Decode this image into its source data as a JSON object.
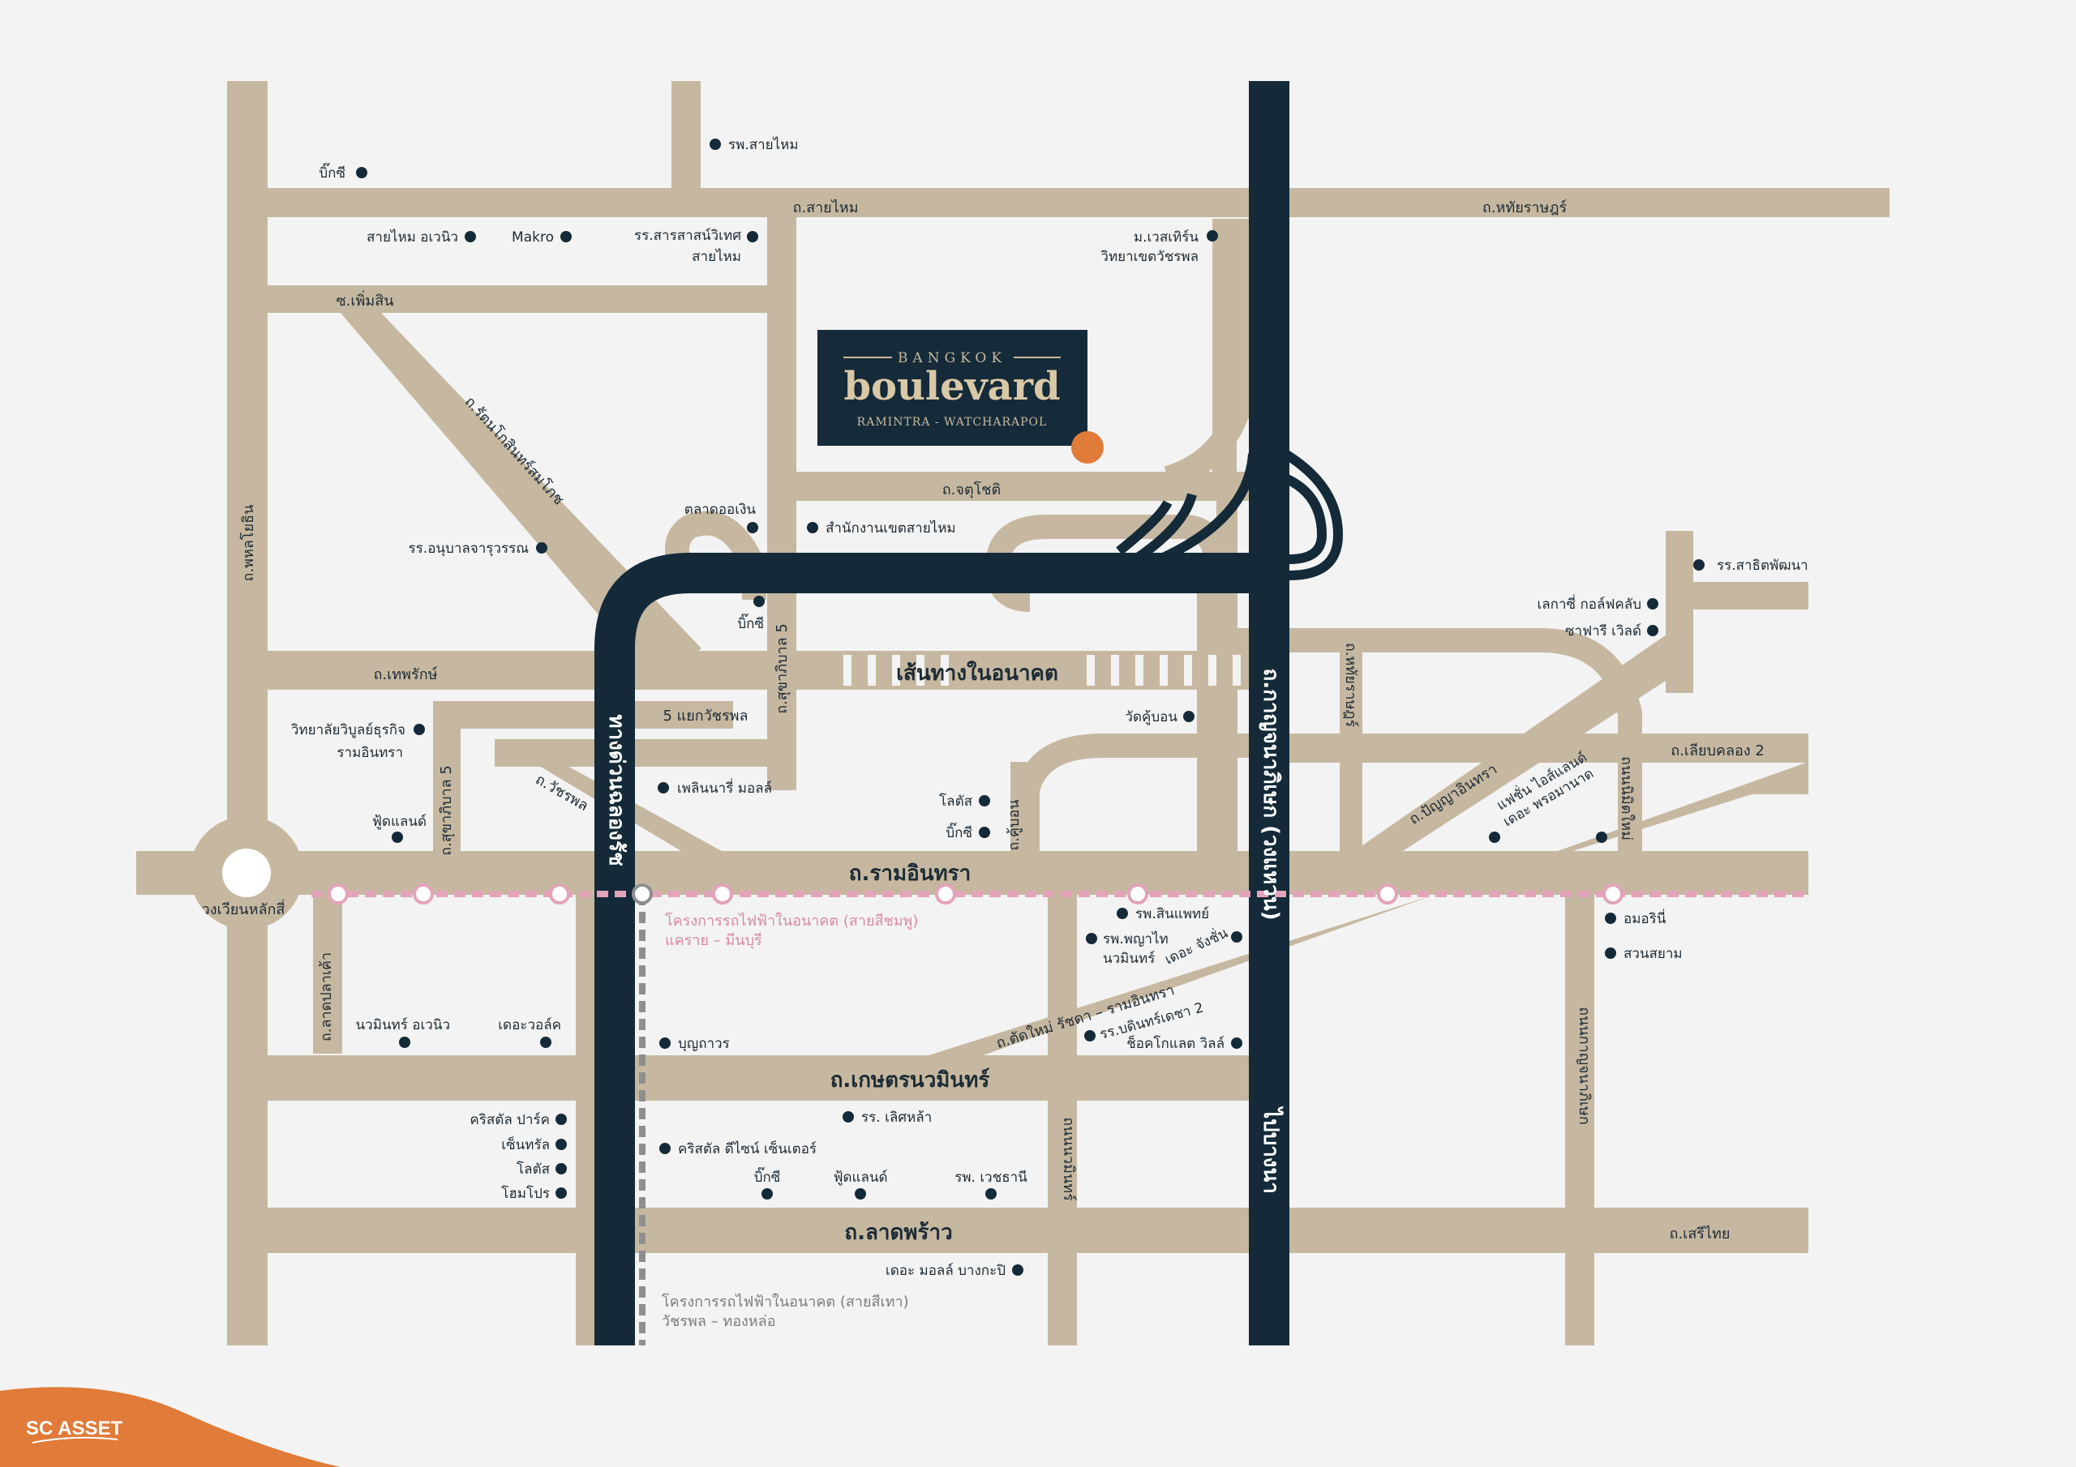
{
  "colors": {
    "background": "#f3f3f3",
    "road": "#c6b8a0",
    "expressway": "#142a38",
    "poi": "#142a38",
    "project": "#e07b39",
    "pink_line": "#e3a3b9",
    "grey_line": "#8e8e8e",
    "brand_wave": "#e07b39"
  },
  "logo": {
    "top": "BANGKOK",
    "main": "boulevard",
    "sub": "RAMINTRA - WATCHARAPOL"
  },
  "brand": {
    "name": "SC ASSET"
  },
  "roads": {
    "sai_mai": "ถ.สายไหม",
    "hathai_rat": "ถ.หทัยราษฎร์",
    "phoem_sin": "ซ.เพิ่มสิน",
    "phahon_yothin": "ถ.พหลโยธิน",
    "rattanakosin": "ถ.รัตนโกสินทร์สมโภช",
    "chatu_chot": "ถ.จตุโชติ",
    "thep_rak": "ถ.เทพรักษ์",
    "watcharapol": "ถ.วัชรพล",
    "sukhaphiban5_a": "ถ.สุขาภิบาล 5",
    "sukhaphiban5_b": "ถ.สุขาภิบาล 5",
    "ha_yaek": "5 แยกวัชรพล",
    "future_route": "เส้นทางในอนาคต",
    "ramintra": "ถ.รามอินทรา",
    "wongwian": "วงเวียนหลักสี่",
    "lat_pla_khao": "ถ.ลาดปลาเค้า",
    "kaset_nawamin": "ถ.เกษตรนวมินทร์",
    "lat_phrao": "ถ.ลาดพร้าว",
    "seri_thai": "ถ.เสรีไทย",
    "liap_khlong2": "ถ.เลียบคลอง 2",
    "panya_intra": "ถ.ปัญญาอินทรา",
    "khu_bon": "ถ.คู้บอน",
    "new_cut": "ถ.ตัดใหม่ รัชดา – รามอินทรา",
    "nawamin": "ถนนนวมินทร์",
    "kanchanaphisek": "ถนนกาญจนาภิเษก",
    "hathai_rat_v": "ถ.หทัยราษฎร์",
    "nimit_mai": "ถนนนิมิตใหม่",
    "ram_tollway": "ทางด่วนฉลองรัช",
    "outer_ring": "ถ.กาญจนาภิเษก (วงแหวน)",
    "to_bangna": "ไปบางนา"
  },
  "rail": {
    "pink_line": "โครงการรถไฟฟ้าในอนาคต (สายสีชมพู)",
    "pink_route": "แคราย – มีนบุรี",
    "grey_line": "โครงการรถไฟฟ้าในอนาคต (สายสีเทา)",
    "grey_route": "วัชรพล – ทองหล่อ"
  },
  "pois": {
    "big_c_1": "บิ๊กซี",
    "sai_mai_hosp": "รพ.สายไหม",
    "sai_mai_avenue": "สายไหม อเวนิว",
    "makro": "Makro",
    "sarasas_1": "รร.สารสาสน์วิเทศ",
    "sarasas_2": "สายไหม",
    "western_1": "ม.เวสเทิร์น",
    "western_2": "วิทยาเขตวัชรพล",
    "talat_o_ngoen": "ตลาดออเงิน",
    "district_office": "สำนักงานเขตสายไหม",
    "anuban": "รร.อนุบาลจารุวรรณ",
    "big_c_2": "บิ๊กซี",
    "ratchaphruek": "รร.สาธิตพัฒนา",
    "legacy_golf": "เลกาซี่ กอล์ฟคลับ",
    "safari": "ซาฟารี เวิลด์",
    "college_1": "วิทยาลัยวิบูลย์ธุรกิจ",
    "college_2": "รามอินทรา",
    "wat_khu_bon": "วัดคู้บอน",
    "food_land_1": "ฟู้ดแลนด์",
    "fashion_island": "แฟชั่น ไอส์แลนด์",
    "promenade": "เดอะ พรอมานาด",
    "pholnari": "เพลินนารี่ มอลล์",
    "lotus_1": "โลตัส",
    "big_c_3": "บิ๊กซี",
    "sinpat": "รพ.สินแพทย์",
    "phyathai_1": "รพ.พญาไท",
    "phyathai_2": "นวมินทร์",
    "jas": "เดอะ จังชั่น",
    "amorini": "อมอรินี่",
    "siam_park": "สวนสยาม",
    "nawamin_avenue": "นวมินทร์ อเวนิว",
    "the_walk": "เดอะวอล์ค",
    "bunthavorn": "บุญถาวร",
    "bodindecha2": "รร.บดินทร์เดชา 2",
    "chocolate_ville": "ช็อคโกแลต วิลล์",
    "crystal_park": "คริสตัล ปาร์ค",
    "central": "เซ็นทรัล",
    "lotus_2": "โลตัส",
    "homepro": "โฮมโปร",
    "lertlah": "รร. เลิศหล้า",
    "crystal_design": "คริสตัล ดีไซน์ เซ็นเตอร์",
    "big_c_4": "บิ๊กซี",
    "food_land_2": "ฟู้ดแลนด์",
    "vejthani": "รพ. เวชธานี",
    "mall_bangkapi": "เดอะ มอลล์ บางกะปิ"
  }
}
